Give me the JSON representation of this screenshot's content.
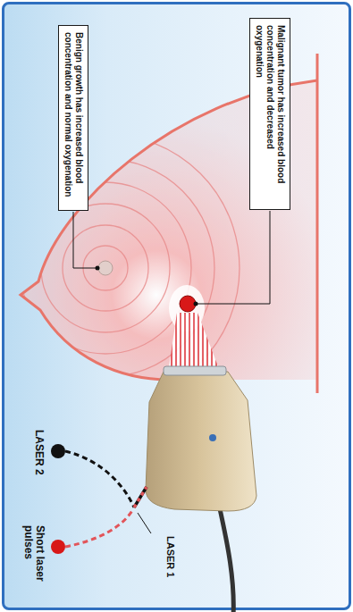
{
  "diagram": {
    "nodes": [
      {
        "text": [
          "Malignant tumor has increased blood concentration and decreased oxygenation"
        ]
      },
      {
        "text": [
          "Benign growth has increased blood concentration and normal oxygenation"
        ]
      }
    ],
    "labels": [
      "Short laser pulses",
      "LASER 1",
      "LASER 2"
    ]
  }
}
